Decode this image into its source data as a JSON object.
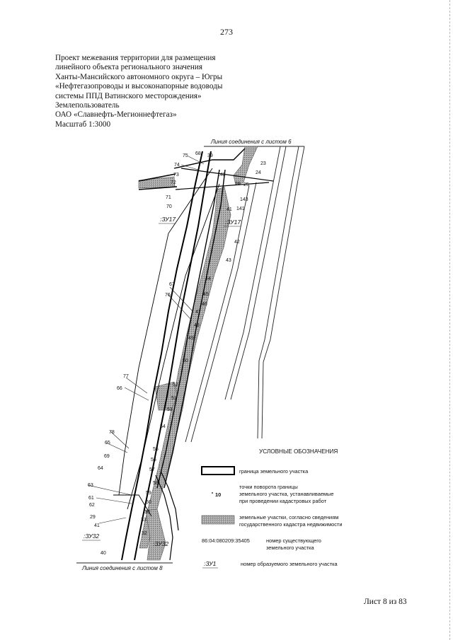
{
  "page_number": "273",
  "header_lines": [
    "Проект межевания территории для размещения",
    "линейного объекта регионального значения",
    "Ханты-Мансийского автономного округа – Югры",
    "«Нефтегазопроводы и высоконапорные водоводы",
    "системы ППД Ватинского месторождения»",
    "Землепользователь",
    "ОАО «Славнефть-Мегионнефтегаз»",
    "Масштаб 1:3000"
  ],
  "map": {
    "top_caption": "Линия соединения с листом 6",
    "bottom_caption": "Линия соединения с листом 8",
    "zone_labels": {
      "z17a": ":ЗУ17",
      "z17b": ":ЗУ17",
      "z32a": ":ЗУ32",
      "z32b": ":ЗУ32"
    },
    "points": {
      "p75": "75",
      "p68": "68",
      "p39": "39",
      "p74": "74",
      "p23": "23",
      "p24": "24",
      "p142": "142",
      "p26": "26",
      "p73": "73",
      "p72": "72",
      "p25": "25",
      "p71": "71",
      "p143": "143",
      "p70": "70",
      "p141": "141",
      "p41a": "41",
      "p42": "42",
      "p43": "43",
      "p67": "67",
      "p44": "44",
      "p76": "76",
      "p45": "45",
      "p46": "46",
      "p47": "47",
      "p48": "48",
      "p49": "49",
      "p50": "50",
      "p77": "77",
      "p52": "52",
      "p66": "66",
      "p51": "51",
      "p53": "53",
      "p54": "54",
      "p78": "78",
      "p65": "65",
      "p55": "55",
      "p69": "69",
      "p56": "56",
      "p57": "57",
      "p64": "64",
      "p58": "58",
      "p63": "63",
      "p59": "59",
      "p61": "61",
      "p60": "60",
      "p62": "62",
      "p30": "30",
      "p29": "29",
      "p33": "33",
      "p41b": "41",
      "p32": "32",
      "p40": "40"
    }
  },
  "legend": {
    "title": "УСЛОВНЫЕ ОБОЗНАЧЕНИЯ",
    "boundary": "граница земельного участка",
    "point_sample": "10",
    "points_line1": "точки поворота границы",
    "points_line2": "земельного участка, устанавливаемые",
    "points_line3": "при проведении кадастровых работ",
    "cadastre_line1": "земельные участки, согласно сведениям",
    "cadastre_line2": "государственного кадастра недвижимости",
    "existing_code": "86:04:080209:35405",
    "existing_line1": "номер существующего",
    "existing_line2": "земельного участка",
    "new_code": ":ЗУ1",
    "new_label": "номер образуемого земельного участка"
  },
  "footer": "Лист 8 из 83"
}
